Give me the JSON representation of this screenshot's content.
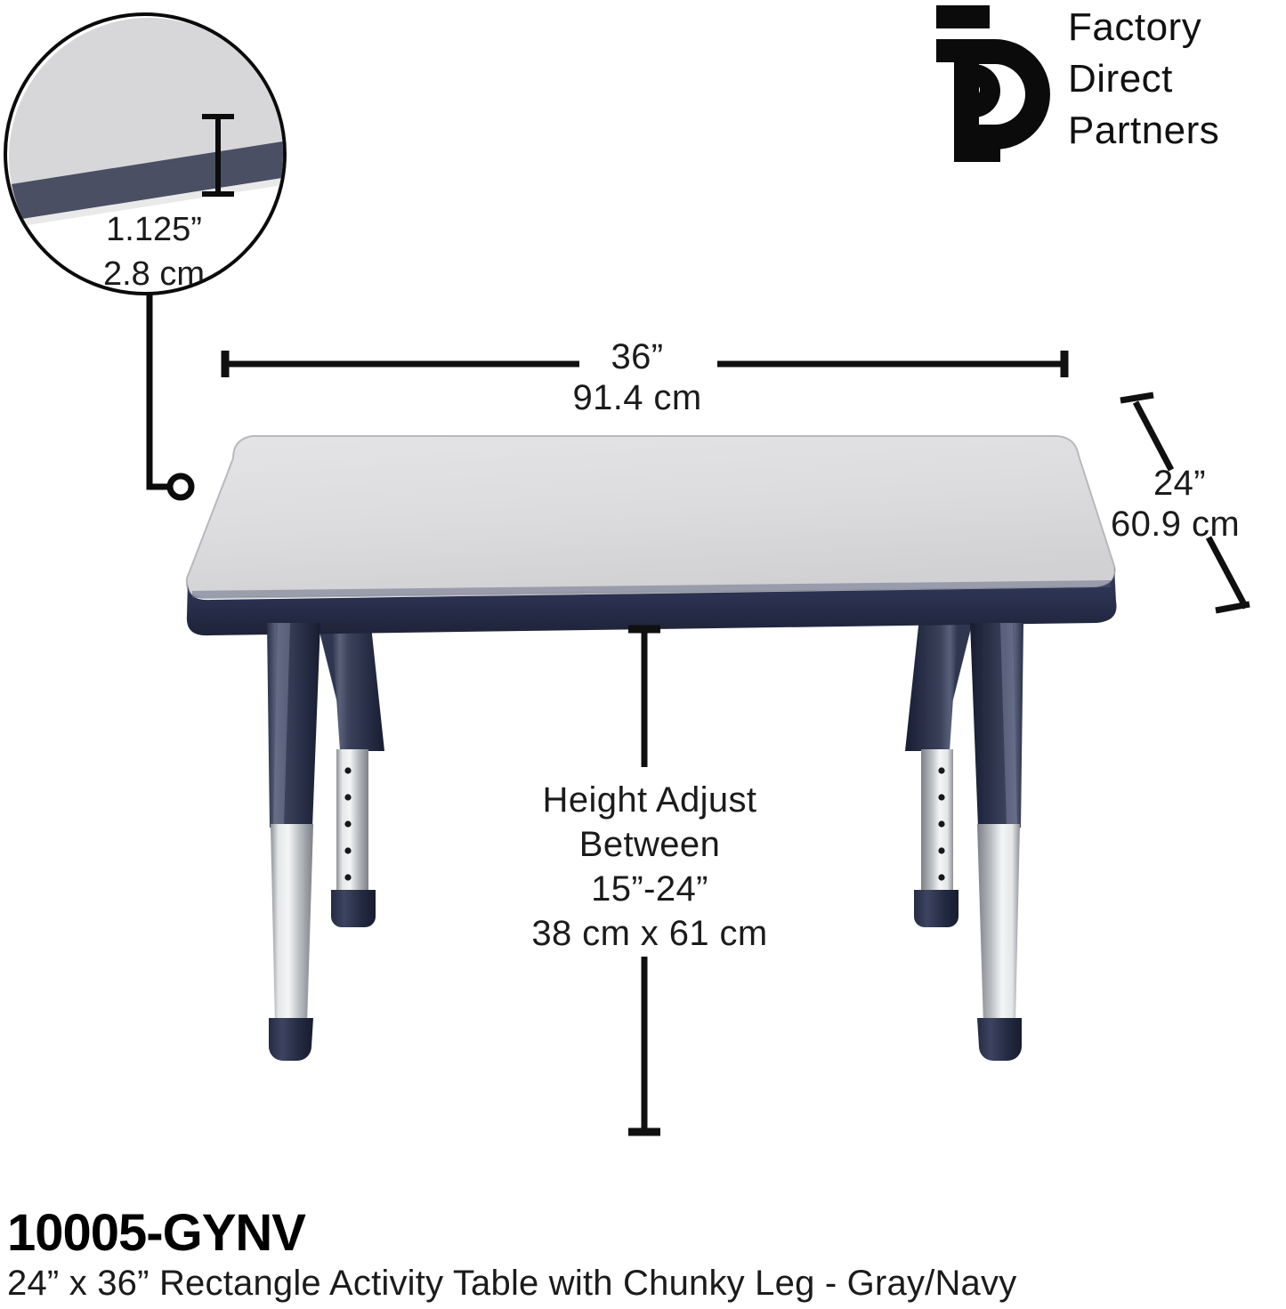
{
  "brand": {
    "logo_icon": "fdp-monogram-icon",
    "line1": "Factory",
    "line2": "Direct",
    "line3": "Partners"
  },
  "callout": {
    "name": "edge-thickness-callout",
    "inches": "1.125”",
    "centimeters": "2.8 cm"
  },
  "dimensions": {
    "width": {
      "inches": "36”",
      "centimeters": "91.4 cm"
    },
    "depth": {
      "inches": "24”",
      "centimeters": "60.9 cm"
    },
    "height_adjust": {
      "line1": "Height Adjust",
      "line2": "Between",
      "line3": "15”-24”",
      "line4": "38 cm x 61 cm"
    }
  },
  "product": {
    "sku": "10005-GYNV",
    "description": "24” x 36” Rectangle Activity Table with Chunky Leg - Gray/Navy"
  },
  "colors": {
    "laminate_gray": "#dcdcde",
    "edge_navy": "#2e3450",
    "leg_navy": "#2c3350",
    "chrome": "#c9ccd0",
    "line_black": "#101010"
  }
}
